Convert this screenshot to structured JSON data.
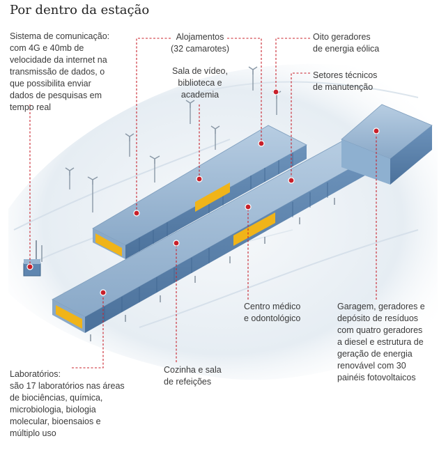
{
  "title": "Por dentro da estação",
  "colors": {
    "leader": "#c8202a",
    "roof": "#9ab6d2",
    "wall": "#5f86b0",
    "window": "#f0b419",
    "snow": "#e9eff4"
  },
  "labels": {
    "comunicacao": "Sistema de comunicação:\ncom 4G e 40mb de\nvelocidade da internet na\ntransmissão de dados, o\nque possibilita enviar\ndados de pesquisas em\ntempo real",
    "alojamentos": "Alojamentos\n(32 camarotes)",
    "geradores_eolica": "Oito geradores\nde energia eólica",
    "sala_video": "Sala de vídeo,\nbiblioteca e\nacademia",
    "setores_tecnicos": "Setores técnicos\nde manutenção",
    "centro_medico": "Centro médico\ne odontológico",
    "garagem": "Garagem, geradores e\ndepósito de resíduos\ncom quatro geradores\na diesel e estrutura de\ngeração de energia\nrenovável com 30\npainéis fotovoltaicos",
    "cozinha": "Cozinha e sala\nde refeições",
    "laboratorios": "Laboratórios:\nsão 17 laboratórios nas áreas\nde biociências, química,\nmicrobiologia, biologia\nmolecular, bioensaios e\nmúltiplo uso"
  },
  "icons": [
    "wind-turbine-icon",
    "antenna-module-icon"
  ]
}
